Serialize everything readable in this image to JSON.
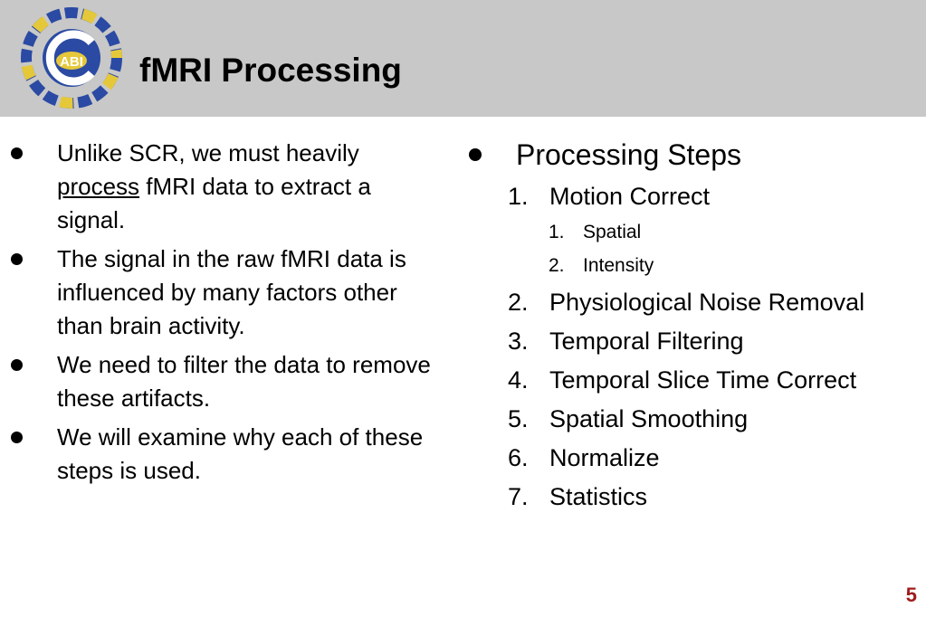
{
  "slide": {
    "title": "fMRI Processing",
    "logo_text": "ABI",
    "page_number": "5"
  },
  "left_bullets": {
    "b1": {
      "underlined": "process",
      "pre": "Unlike SCR, we must heavily",
      "post": "fMRI data to extract a signal."
    },
    "b2": "The signal in the raw fMRI data is influenced by many factors other than brain activity.",
    "b3": "We need to filter the data to remove these artifacts.",
    "b4": "We will examine why each of these steps is used."
  },
  "right": {
    "heading": "Processing Steps",
    "steps": [
      {
        "num": "1.",
        "label": "Motion Correct"
      },
      {
        "num": "2.",
        "label": "Physiological Noise Removal"
      },
      {
        "num": "3.",
        "label": "Temporal Filtering"
      },
      {
        "num": "4.",
        "label": "Temporal Slice Time Correct"
      },
      {
        "num": "5.",
        "label": "Spatial Smoothing"
      },
      {
        "num": "6.",
        "label": "Normalize"
      },
      {
        "num": "7.",
        "label": "Statistics"
      }
    ],
    "substeps": [
      {
        "num": "1.",
        "label": "Spatial"
      },
      {
        "num": "2.",
        "label": "Intensity"
      }
    ]
  },
  "colors": {
    "header_bg": "#c8c8c8",
    "logo_blue": "#2a4aa3",
    "logo_yellow": "#e5c83a",
    "page_number": "#a01c1c"
  }
}
